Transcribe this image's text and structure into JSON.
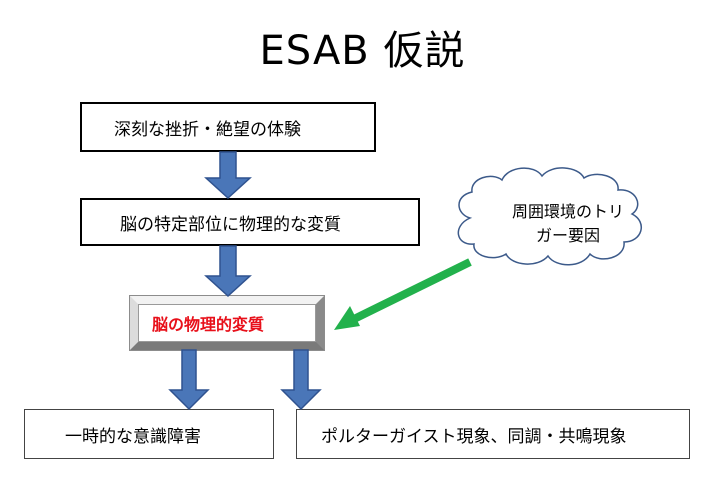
{
  "title": "ESAB 仮説",
  "nodes": {
    "experience": "深刻な挫折・絶望の体験",
    "brain_region_change": "脳の特定部位に物理的な変質",
    "brain_physical_change": "脳の物理的変質",
    "consciousness_disorder": "一時的な意識障害",
    "poltergeist": "ポルターガイスト現象、同調・共鳴現象",
    "trigger_line1": "周囲環境のトリ",
    "trigger_line2": "ガー要因"
  },
  "colors": {
    "arrow_blue": "#4a76b8",
    "arrow_green": "#22b14c",
    "highlight_red": "#e8101a"
  }
}
